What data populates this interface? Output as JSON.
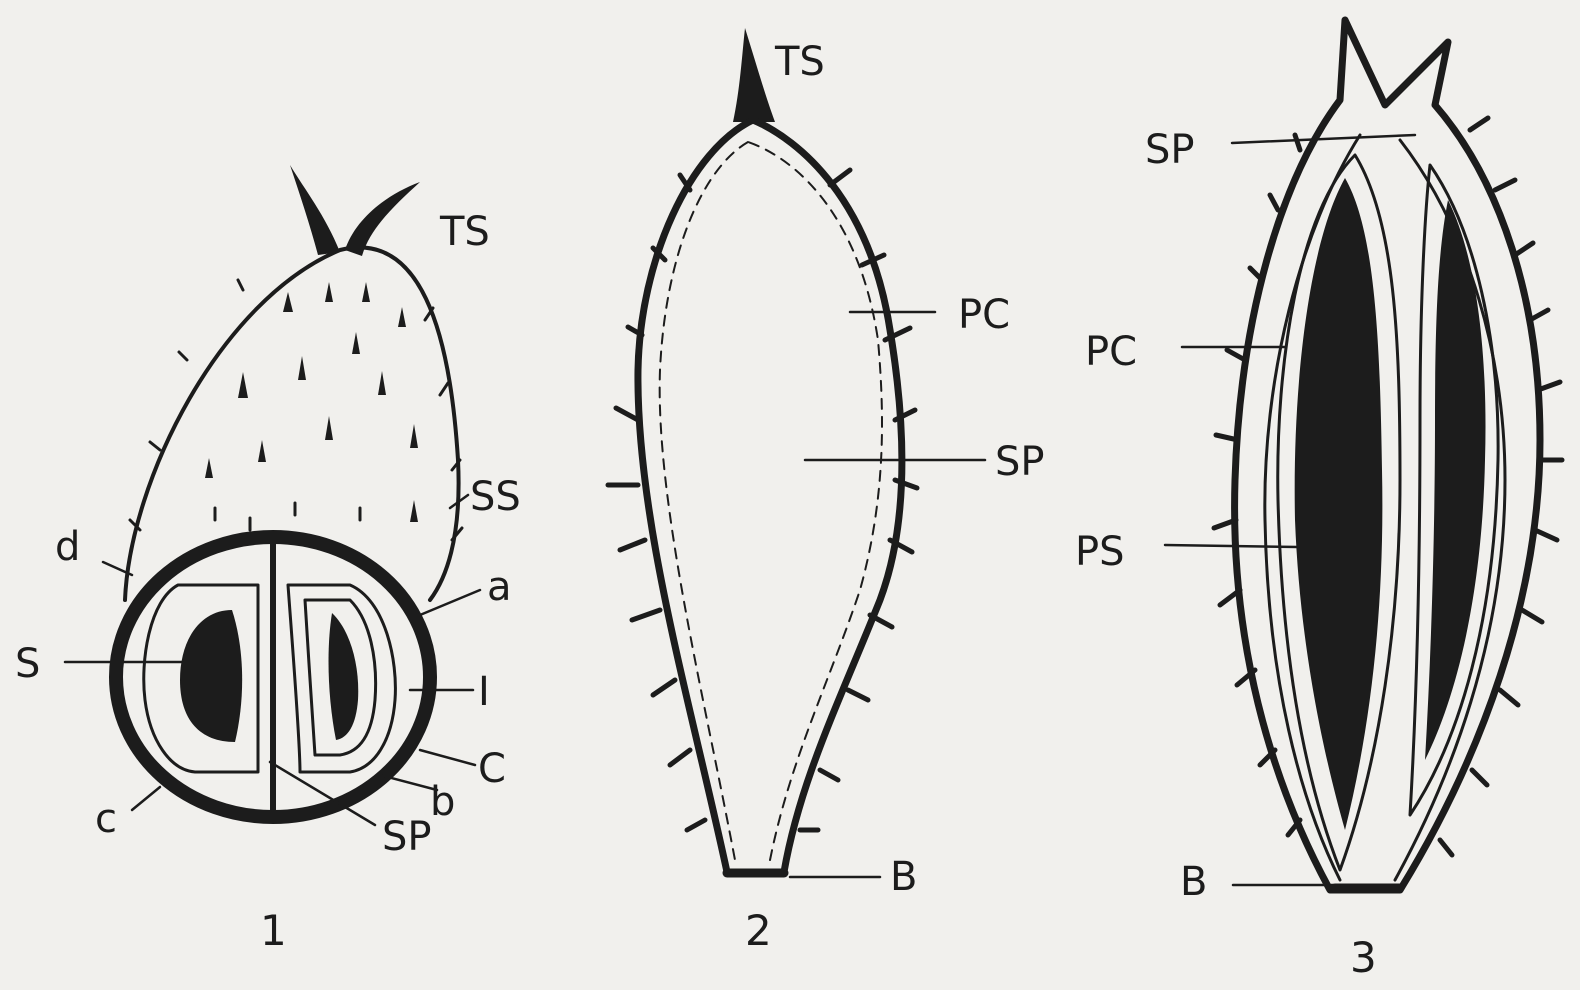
{
  "figure1": {
    "number": "1",
    "labels": {
      "TS": "TS",
      "SS": "SS",
      "d": "d",
      "a": "a",
      "S": "S",
      "I": "I",
      "C": "C",
      "b": "b",
      "c": "c",
      "SP": "SP"
    }
  },
  "figure2": {
    "number": "2",
    "labels": {
      "TS": "TS",
      "PC": "PC",
      "SP": "SP",
      "B": "B"
    }
  },
  "figure3": {
    "number": "3",
    "labels": {
      "SP": "SP",
      "PC": "PC",
      "PS": "PS",
      "B": "B"
    }
  },
  "colors": {
    "ink": "#1c1c1c",
    "paper": "#f1f0ed"
  }
}
